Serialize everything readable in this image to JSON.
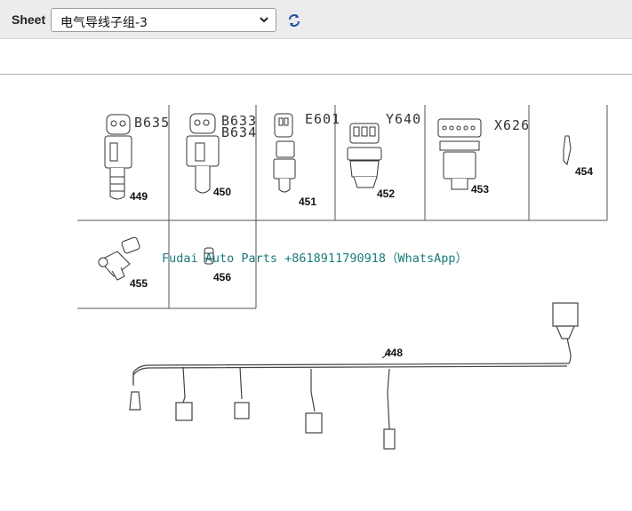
{
  "toolbar": {
    "sheet_label": "Sheet",
    "sheet_value": "电气导线子组-3",
    "refresh_icon": "refresh-icon"
  },
  "drawing": {
    "codes": [
      "B635",
      "B633",
      "B634",
      "E601",
      "Y640",
      "X626"
    ],
    "part_numbers": [
      "449",
      "450",
      "451",
      "452",
      "453",
      "454",
      "455",
      "456",
      "448"
    ],
    "watermark": "Fudai Auto Parts +8618911790918（WhatsApp）"
  }
}
